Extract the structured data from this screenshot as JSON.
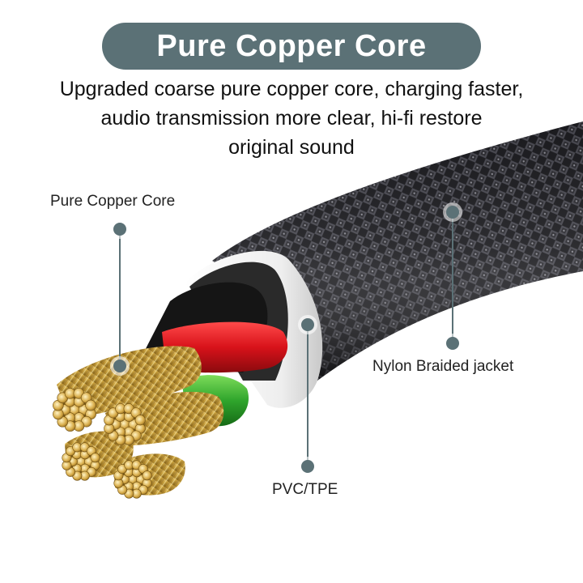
{
  "header": {
    "title": "Pure Copper Core",
    "banner_color": "#5b7176",
    "description_lines": [
      "Upgraded coarse pure copper core, charging faster,",
      "audio transmission more clear, hi-fi restore",
      "original sound"
    ]
  },
  "callouts": {
    "copper_core": "Pure Copper Core",
    "nylon_jacket": "Nylon Braided jacket",
    "insulation": "PVC/TPE"
  },
  "colors": {
    "marker": "#5b7176",
    "copper": "#c9a03c",
    "red_wire": "#d8121a",
    "green_wire": "#2fa52c",
    "jacket": "#1e1e22"
  }
}
